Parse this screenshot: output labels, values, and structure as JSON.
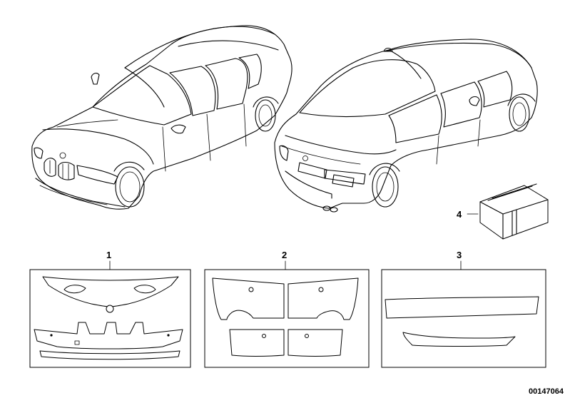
{
  "callouts": {
    "film_kit_front": "1",
    "film_kit_rear_doors": "2",
    "film_kit_trunk": "3",
    "packaging_box": "4"
  },
  "figure_id": "00147064"
}
